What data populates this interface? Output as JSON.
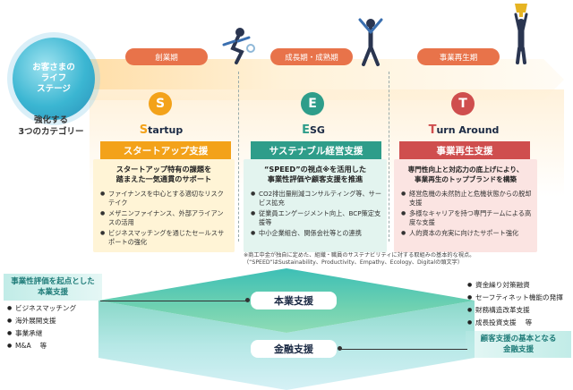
{
  "life_stage": {
    "lines": [
      "お客さまの",
      "ライフ",
      "ステージ"
    ]
  },
  "category_label": {
    "lines": [
      "強化する",
      "3つのカテゴリー"
    ]
  },
  "phases": [
    "創業期",
    "成長期・成熟期",
    "事業再生期"
  ],
  "colors": {
    "startup": "#f3a21a",
    "esg": "#2e9d8a",
    "turnaround": "#cf4e4e",
    "phase_tag": "#e8734a",
    "platform": "#5ccab3"
  },
  "categories": [
    {
      "letter": "S",
      "name_initial": "S",
      "name_rest": "tartup",
      "header": "スタートアップ支援",
      "lead": [
        "スタートアップ特有の課題を",
        "踏まえた一気通貫のサポート"
      ],
      "items": [
        "ファイナンスを中心とする適切なリスクテイク",
        "メザニンファイナンス、外部アライアンスの活用",
        "ビジネスマッチングを通じたセールスサポートの強化"
      ]
    },
    {
      "letter": "E",
      "name_initial": "E",
      "name_rest": "SG",
      "header": "サステナブル経営支援",
      "lead": [
        "“SPEED”の視点※を活用した",
        "事業性評価や顧客支援を推進"
      ],
      "items": [
        "CO2排出量削減コンサルティング等、サービス拡充",
        "従業員エンゲージメント向上、BCP策定支援等",
        "中小企業組合、関係会社等との連携"
      ]
    },
    {
      "letter": "T",
      "name_initial": "T",
      "name_rest": "urn Around",
      "header": "事業再生支援",
      "lead": [
        "専門性向上と対応力の底上げにより、",
        "事業再生のトップブランドを構築"
      ],
      "items": [
        "経営危機の未然防止と危機状態からの脱却支援",
        "多様なキャリアを持つ専門チームによる高度な支援",
        "人的資本の充実に向けたサポート強化"
      ]
    }
  ],
  "note": [
    "※商工中金が独自に定めた、組織・職員のサステナビリティに対する取組みの基本的な視点。",
    "（“SPEED”はSustainability、Productivity、Empathy、Ecology、Digitalの頭文字）"
  ],
  "platform": {
    "top_label": "本業支援",
    "bottom_label": "金融支援"
  },
  "left_panel": {
    "title": [
      "事業性評価を起点とした",
      "本業支援"
    ],
    "items": [
      "ビジネスマッチング",
      "海外展開支援",
      "事業承継",
      "M&A　 等"
    ]
  },
  "right_panel": {
    "items": [
      "資金繰り対策融資",
      "セーフティネット機能の発揮",
      "財務構造改革支援",
      "成長投資支援　 等"
    ],
    "title": [
      "顧客支援の基本となる",
      "金融支援"
    ]
  }
}
